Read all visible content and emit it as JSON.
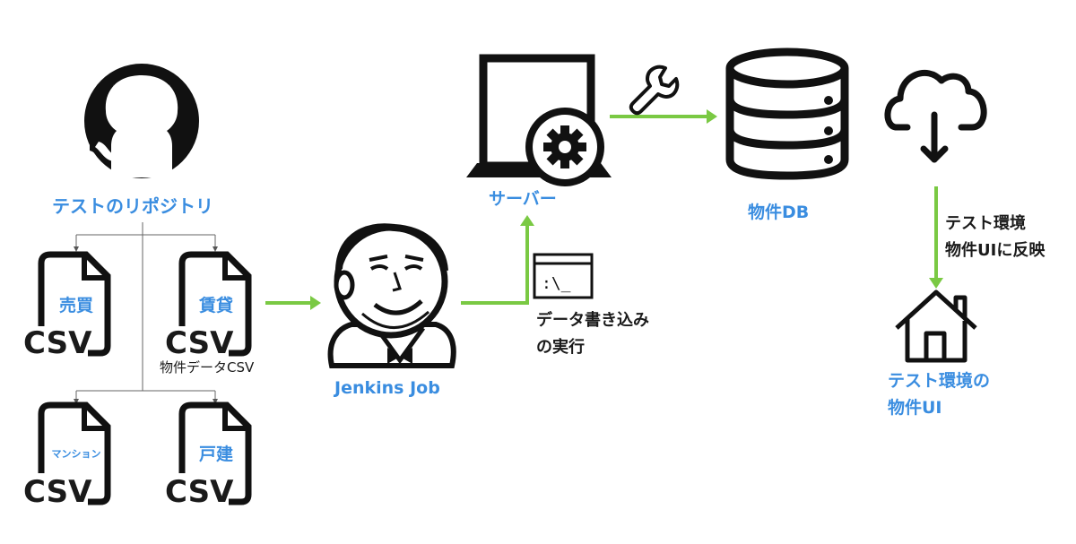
{
  "colors": {
    "accent_blue": "#3a8de0",
    "arrow_green": "#7ac943",
    "icon_black": "#111111"
  },
  "repo": {
    "label": "テストのリポジトリ",
    "icon": "github-icon"
  },
  "csv_files": [
    {
      "label": "売買",
      "badge": "CSV"
    },
    {
      "label": "賃貸",
      "badge": "CSV"
    },
    {
      "label": "マンション",
      "badge": "CSV"
    },
    {
      "label": "戸建",
      "badge": "CSV"
    }
  ],
  "csv_group_caption": "物件データCSV",
  "jenkins": {
    "label": "Jenkins Job",
    "icon": "jenkins-icon"
  },
  "server": {
    "label": "サーバー",
    "icon": "laptop-gear-icon"
  },
  "terminal": {
    "caption_line1": "データ書き込み",
    "caption_line2": "の実行",
    "icon": "terminal-icon",
    "prompt": ":\\_"
  },
  "wrench": {
    "icon": "wrench-icon"
  },
  "db": {
    "label": "物件DB",
    "icon": "database-icon"
  },
  "cloud": {
    "icon": "cloud-download-icon"
  },
  "reflect": {
    "line1": "テスト環境",
    "line2": "物件UIに反映"
  },
  "home": {
    "line1": "テスト環境の",
    "line2": "物件UI",
    "icon": "house-icon"
  }
}
